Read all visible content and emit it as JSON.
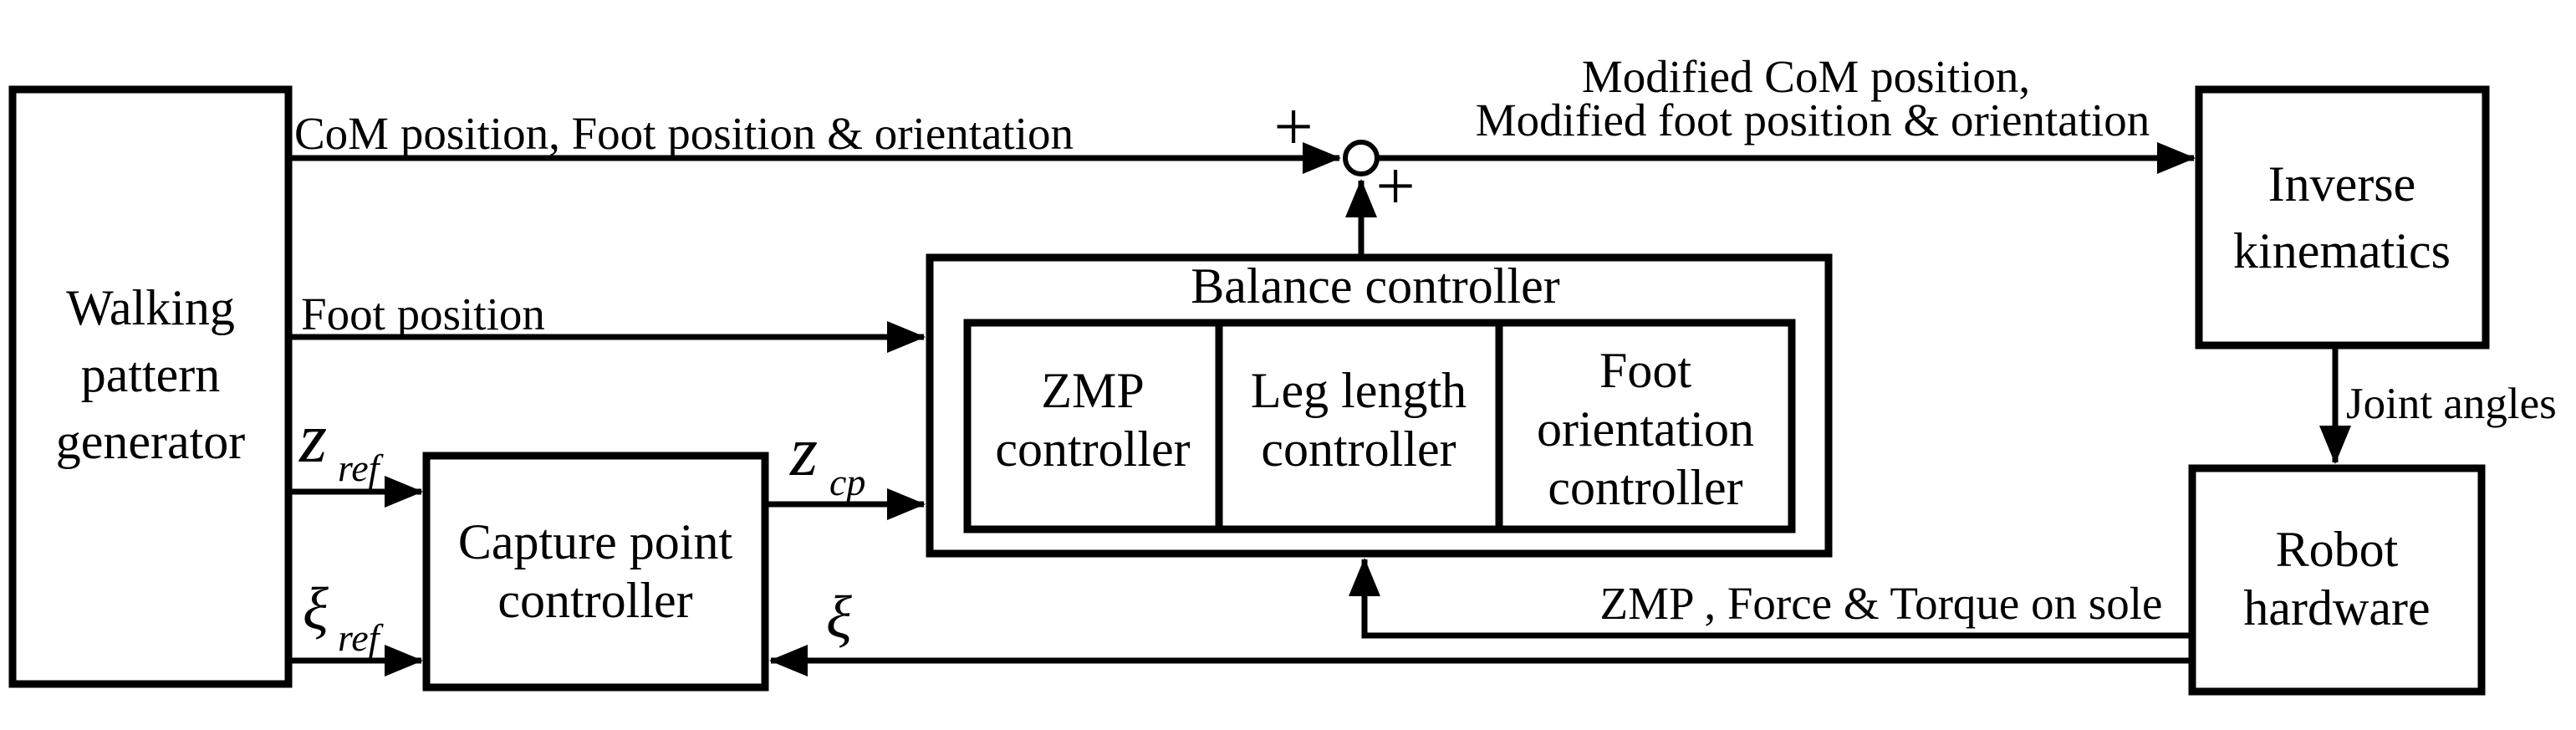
{
  "boxes": {
    "walking_pattern_generator": [
      "Walking",
      "pattern",
      "generator"
    ],
    "capture_point_controller": [
      "Capture point",
      "controller"
    ],
    "balance_controller_title": "Balance controller",
    "zmp_controller": [
      "ZMP",
      "controller"
    ],
    "leg_length_controller": [
      "Leg length",
      "controller"
    ],
    "foot_orientation_controller": [
      "Foot",
      "orientation",
      "controller"
    ],
    "inverse_kinematics": [
      "Inverse",
      "kinematics"
    ],
    "robot_hardware": [
      "Robot",
      "hardware"
    ]
  },
  "signals": {
    "com_foot_position": "CoM position, Foot position & orientation",
    "foot_position": "Foot position",
    "modified_line1": "Modified CoM position,",
    "modified_line2": "Modified foot position & orientation",
    "joint_angles": "Joint angles",
    "zmp_force_torque": "ZMP , Force & Torque on sole"
  },
  "math": {
    "z_main": "z",
    "ref_sub": "ref",
    "cp_sub": "cp",
    "xi_main": "ξ",
    "plus_input": "+",
    "plus_feedback": "+"
  },
  "colors": {
    "line": "#000000",
    "background": "#ffffff",
    "box_fill": "#ffffff"
  }
}
